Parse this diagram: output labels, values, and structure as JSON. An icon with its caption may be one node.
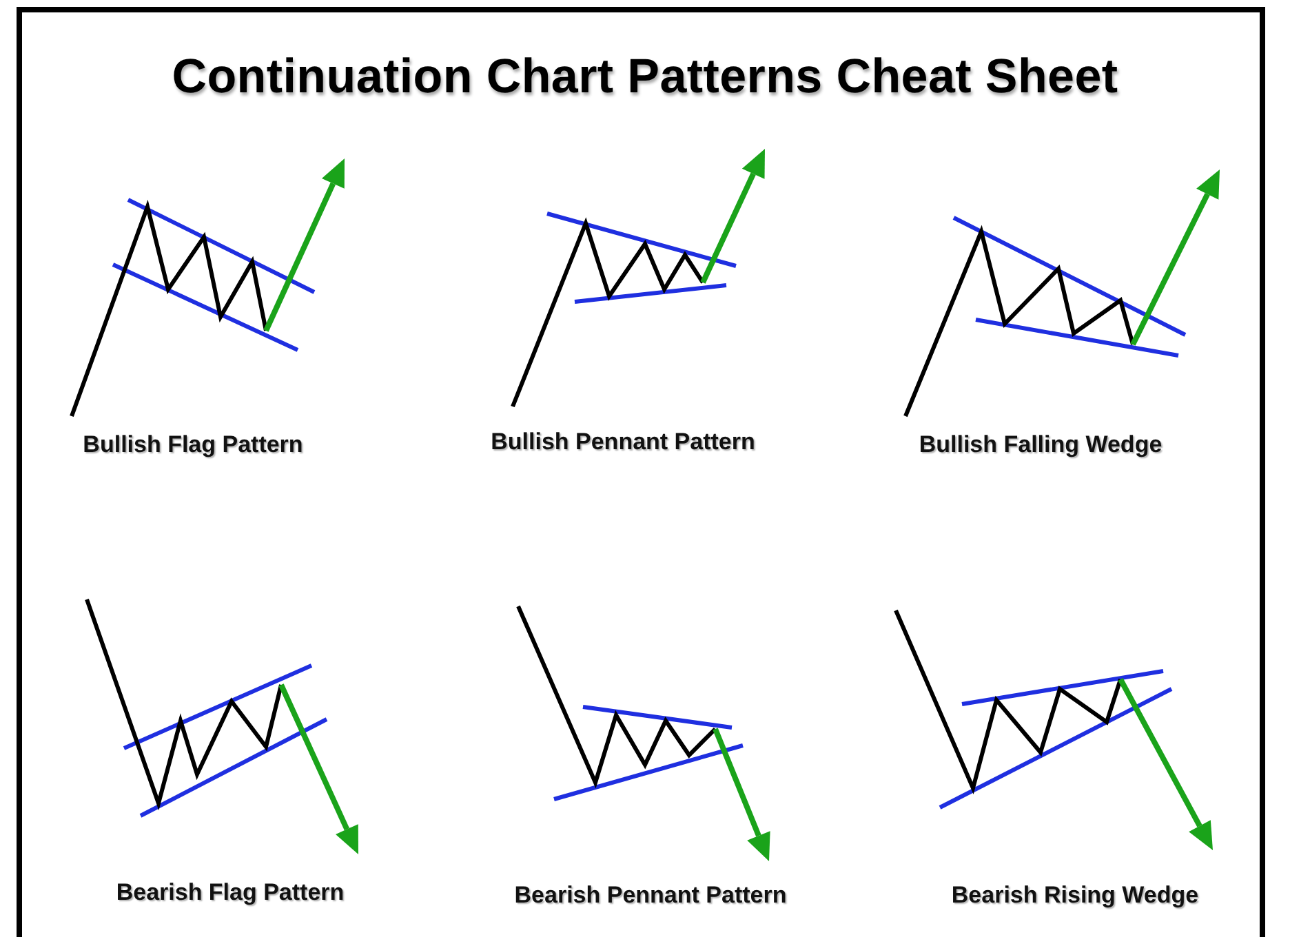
{
  "diagram": {
    "title": "Continuation Chart Patterns Cheat Sheet",
    "labels": [
      "Bullish Flag Pattern",
      "Bullish Pennant Pattern",
      "Bullish Falling Wedge",
      "Bearish Flag Pattern",
      "Bearish Pennant Pattern",
      "Bearish Rising Wedge"
    ]
  }
}
